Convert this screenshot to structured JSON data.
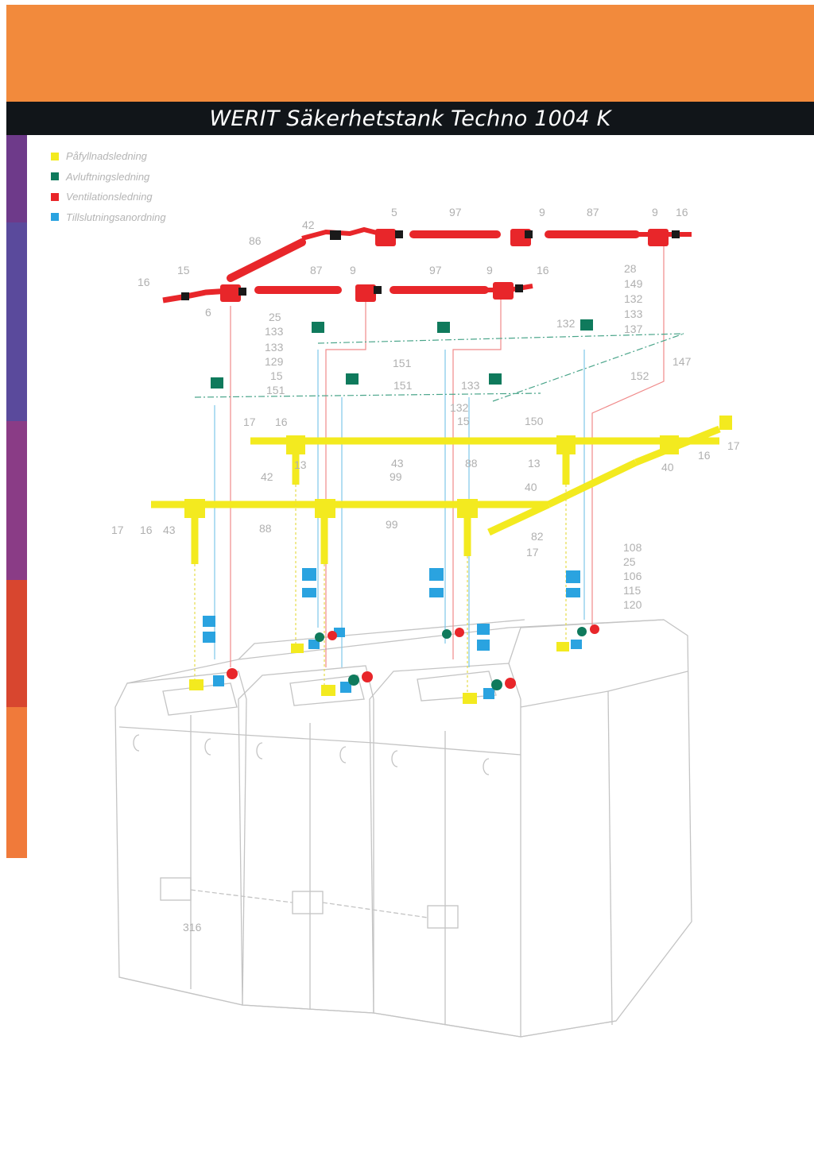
{
  "header": {
    "title": "WERIT Säkerhetstank Techno 1004 K"
  },
  "colors": {
    "header_orange": "#f28a3c",
    "title_bar": "#111519",
    "fill_line": "#f3ea1f",
    "vent_line": "#e8262a",
    "overflow_line": "#0f7a5c",
    "signal_line": "#2aa3e0"
  },
  "legend": [
    {
      "label": "Påfyllnadsledning",
      "color": "#f3ea1f"
    },
    {
      "label": "Avluftningsledning",
      "color": "#0f7a5c"
    },
    {
      "label": "Ventilationsledning",
      "color": "#e8262a"
    },
    {
      "label": "Tillslutningsanordning",
      "color": "#2aa3e0"
    }
  ],
  "part_labels": [
    "42",
    "86",
    "5",
    "97",
    "9",
    "87",
    "9",
    "16",
    "16",
    "15",
    "87",
    "9",
    "97",
    "9",
    "16",
    "28",
    "149",
    "132",
    "133",
    "137",
    "6",
    "25",
    "133",
    "133",
    "129",
    "15",
    "151",
    "151",
    "132",
    "147",
    "152",
    "151",
    "133",
    "132",
    "15",
    "150",
    "17",
    "16",
    "13",
    "13",
    "40",
    "42",
    "43",
    "99",
    "40",
    "88",
    "16",
    "17",
    "17",
    "16",
    "43",
    "88",
    "99",
    "82",
    "17",
    "108",
    "25",
    "106",
    "115",
    "120",
    "316"
  ]
}
